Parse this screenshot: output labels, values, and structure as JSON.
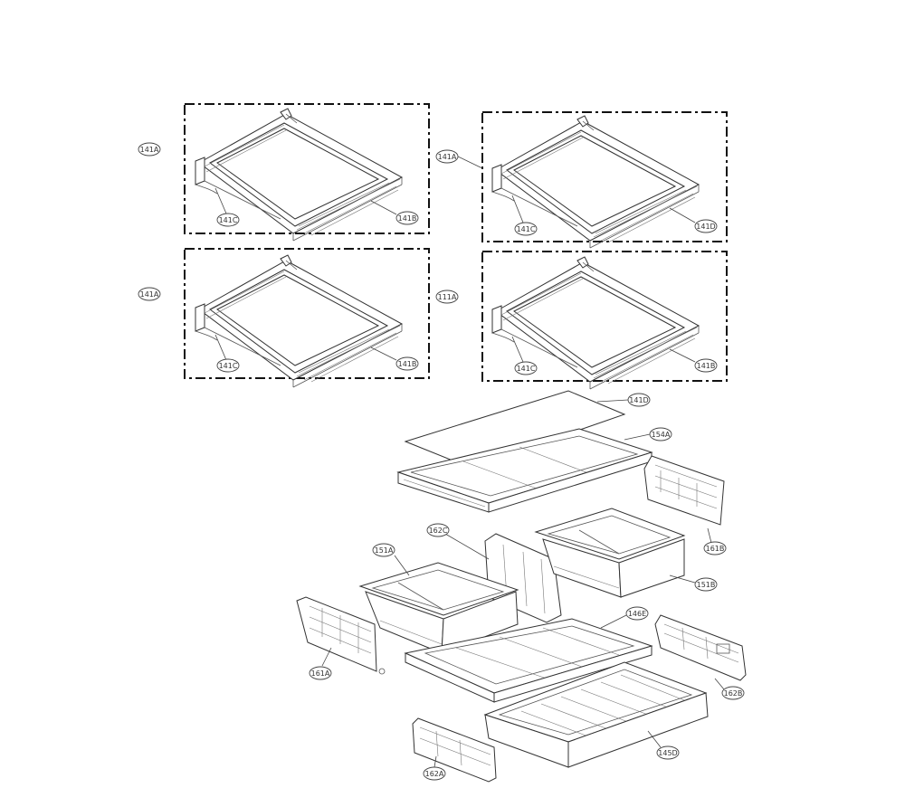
{
  "labels": {
    "set1_141a": "141A",
    "set1_141c": "141C",
    "set1_141b": "141B",
    "set2_141a": "141A",
    "set2_141c": "141C",
    "set2_141d": "141D",
    "set3_141a": "141A",
    "set3_141c": "141C",
    "set3_141b": "141B",
    "set4_111a": "111A",
    "set4_141c": "141C",
    "set4_141b": "141B",
    "cover_141d": "141D",
    "frame_154a": "154A",
    "bracket_161b": "161B",
    "divider_162c": "162C",
    "crisper_151a": "151A",
    "crisper_151b": "151B",
    "cover_146e": "146E",
    "bracket_161a": "161A",
    "bracket_162b": "162B",
    "drawer_145d": "145D",
    "bracket_162a": "162A"
  }
}
